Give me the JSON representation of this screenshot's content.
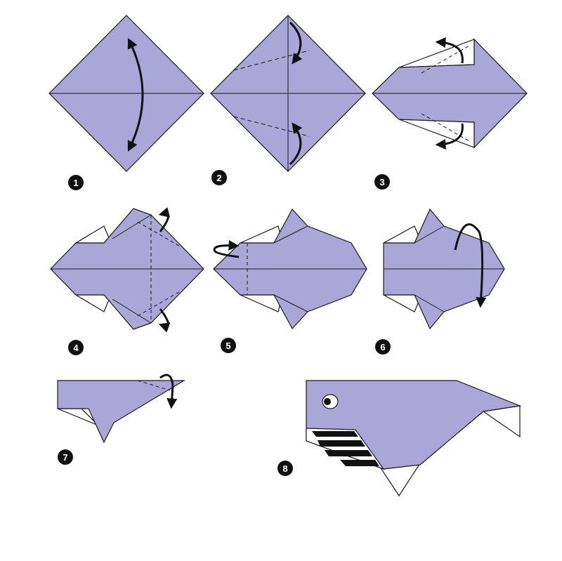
{
  "colors": {
    "paper": "#aaa6d7",
    "paper_back": "#ffffff",
    "line": "#1a1a1a",
    "badge": "#111111",
    "badge_text": "#ffffff"
  },
  "steps": [
    {
      "number": "1"
    },
    {
      "number": "2"
    },
    {
      "number": "3"
    },
    {
      "number": "4"
    },
    {
      "number": "5"
    },
    {
      "number": "6"
    },
    {
      "number": "7"
    },
    {
      "number": "8"
    }
  ]
}
